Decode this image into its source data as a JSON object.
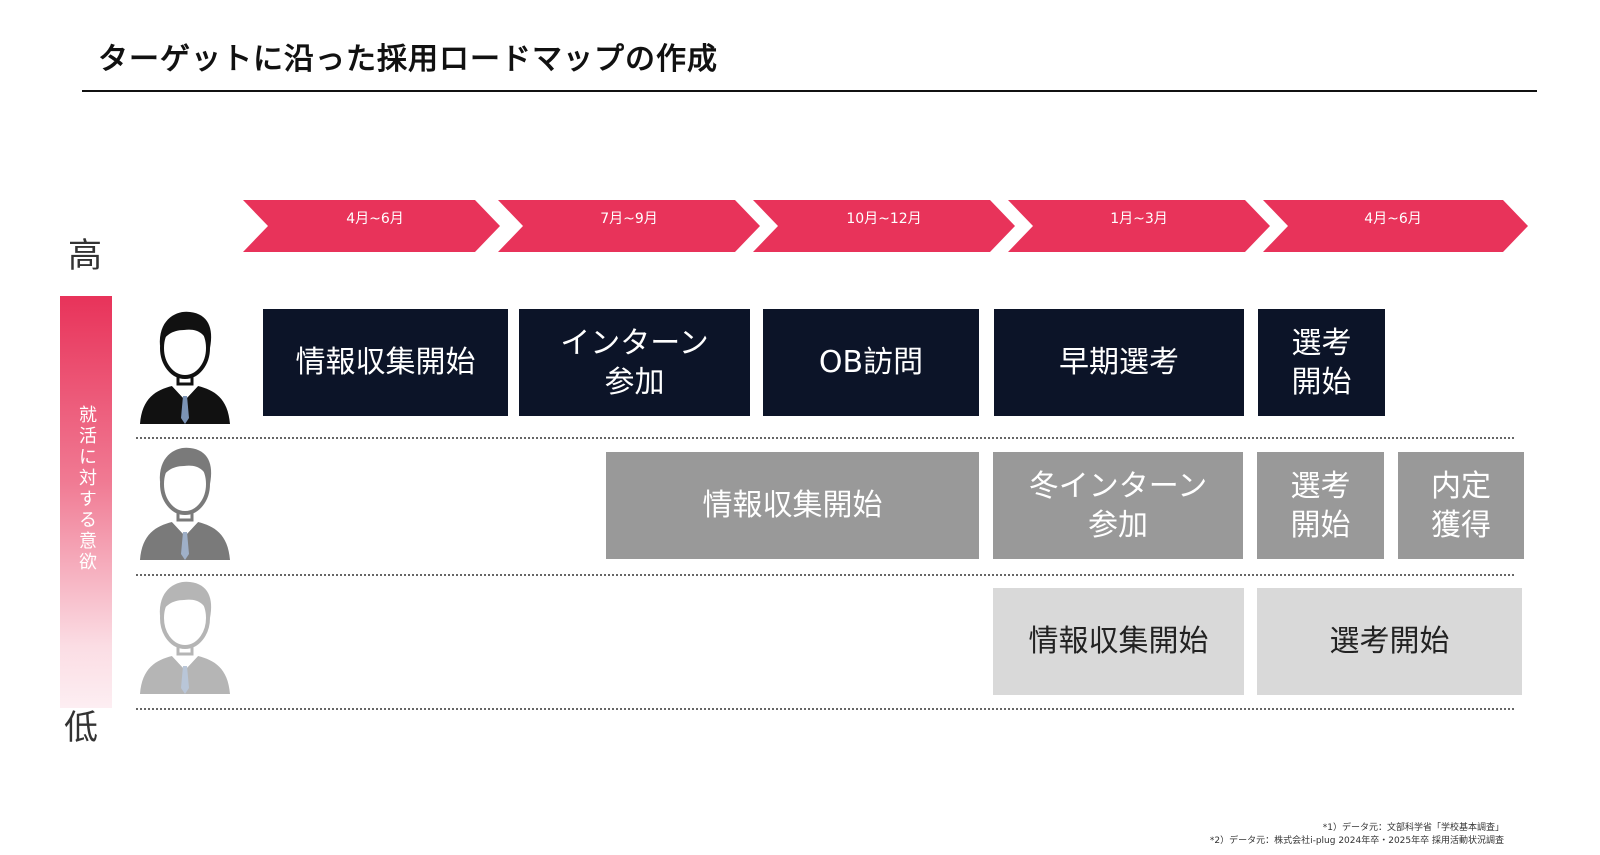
{
  "title": "ターゲットに沿った採用ロードマップの作成",
  "colors": {
    "accent": "#e8335a",
    "dark_box": "#0c1428",
    "mid_box": "#999999",
    "light_box": "#d9d9d9"
  },
  "timeline": [
    "4月~6月",
    "7月~9月",
    "10月~12月",
    "1月~3月",
    "4月~6月"
  ],
  "axis": {
    "high": "高",
    "low": "低",
    "label": "就活に対する意欲"
  },
  "rows": [
    {
      "icon": "student-avatar-icon",
      "boxes": [
        "情報収集開始",
        "インターン\n参加",
        "OB訪問",
        "早期選考",
        "選考\n開始"
      ]
    },
    {
      "icon": "student-avatar-icon",
      "boxes": [
        "情報収集開始",
        "冬インターン\n参加",
        "選考\n開始",
        "内定\n獲得"
      ]
    },
    {
      "icon": "student-avatar-icon",
      "boxes": [
        "情報収集開始",
        "選考開始"
      ]
    }
  ],
  "footnotes": [
    "*1）データ元：文部科学省「学校基本調査」",
    "*2）データ元：株式会社i-plug 2024年卒・2025年卒 採用活動状況調査"
  ]
}
